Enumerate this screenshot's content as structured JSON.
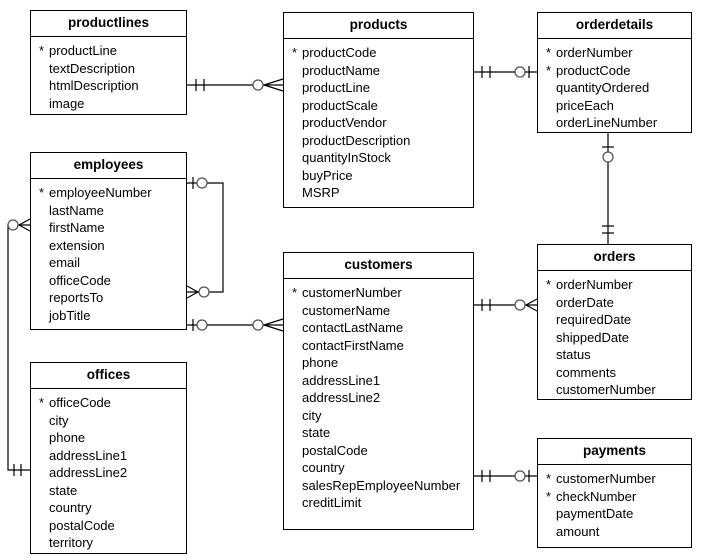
{
  "diagram": {
    "tables": {
      "productlines": {
        "title": "productlines",
        "fields": [
          {
            "marker": "*",
            "name": "productLine"
          },
          {
            "marker": "",
            "name": "textDescription"
          },
          {
            "marker": "",
            "name": "htmlDescription"
          },
          {
            "marker": "",
            "name": "image"
          }
        ]
      },
      "products": {
        "title": "products",
        "fields": [
          {
            "marker": "*",
            "name": "productCode"
          },
          {
            "marker": "",
            "name": "productName"
          },
          {
            "marker": "",
            "name": "productLine"
          },
          {
            "marker": "",
            "name": "productScale"
          },
          {
            "marker": "",
            "name": "productVendor"
          },
          {
            "marker": "",
            "name": "productDescription"
          },
          {
            "marker": "",
            "name": "quantityInStock"
          },
          {
            "marker": "",
            "name": "buyPrice"
          },
          {
            "marker": "",
            "name": "MSRP"
          }
        ]
      },
      "orderdetails": {
        "title": "orderdetails",
        "fields": [
          {
            "marker": "*",
            "name": "orderNumber"
          },
          {
            "marker": "*",
            "name": "productCode"
          },
          {
            "marker": "",
            "name": "quantityOrdered"
          },
          {
            "marker": "",
            "name": "priceEach"
          },
          {
            "marker": "",
            "name": "orderLineNumber"
          }
        ]
      },
      "employees": {
        "title": "employees",
        "fields": [
          {
            "marker": "*",
            "name": "employeeNumber"
          },
          {
            "marker": "",
            "name": "lastName"
          },
          {
            "marker": "",
            "name": "firstName"
          },
          {
            "marker": "",
            "name": "extension"
          },
          {
            "marker": "",
            "name": "email"
          },
          {
            "marker": "",
            "name": "officeCode"
          },
          {
            "marker": "",
            "name": "reportsTo"
          },
          {
            "marker": "",
            "name": "jobTitle"
          }
        ]
      },
      "customers": {
        "title": "customers",
        "fields": [
          {
            "marker": "*",
            "name": "customerNumber"
          },
          {
            "marker": "",
            "name": "customerName"
          },
          {
            "marker": "",
            "name": "contactLastName"
          },
          {
            "marker": "",
            "name": "contactFirstName"
          },
          {
            "marker": "",
            "name": "phone"
          },
          {
            "marker": "",
            "name": "addressLine1"
          },
          {
            "marker": "",
            "name": "addressLine2"
          },
          {
            "marker": "",
            "name": "city"
          },
          {
            "marker": "",
            "name": "state"
          },
          {
            "marker": "",
            "name": "postalCode"
          },
          {
            "marker": "",
            "name": "country"
          },
          {
            "marker": "",
            "name": "salesRepEmployeeNumber"
          },
          {
            "marker": "",
            "name": "creditLimit"
          }
        ]
      },
      "orders": {
        "title": "orders",
        "fields": [
          {
            "marker": "*",
            "name": "orderNumber"
          },
          {
            "marker": "",
            "name": "orderDate"
          },
          {
            "marker": "",
            "name": "requiredDate"
          },
          {
            "marker": "",
            "name": "shippedDate"
          },
          {
            "marker": "",
            "name": "status"
          },
          {
            "marker": "",
            "name": "comments"
          },
          {
            "marker": "",
            "name": "customerNumber"
          }
        ]
      },
      "offices": {
        "title": "offices",
        "fields": [
          {
            "marker": "*",
            "name": "officeCode"
          },
          {
            "marker": "",
            "name": "city"
          },
          {
            "marker": "",
            "name": "phone"
          },
          {
            "marker": "",
            "name": "addressLine1"
          },
          {
            "marker": "",
            "name": "addressLine2"
          },
          {
            "marker": "",
            "name": "state"
          },
          {
            "marker": "",
            "name": "country"
          },
          {
            "marker": "",
            "name": "postalCode"
          },
          {
            "marker": "",
            "name": "territory"
          }
        ]
      },
      "payments": {
        "title": "payments",
        "fields": [
          {
            "marker": "*",
            "name": "customerNumber"
          },
          {
            "marker": "*",
            "name": "checkNumber"
          },
          {
            "marker": "",
            "name": "paymentDate"
          },
          {
            "marker": "",
            "name": "amount"
          }
        ]
      }
    },
    "relationships": [
      {
        "from": "productlines",
        "to": "products",
        "from_end": "one-and-only-one",
        "to_end": "zero-or-many"
      },
      {
        "from": "products",
        "to": "orderdetails",
        "from_end": "one-and-only-one",
        "to_end": "zero-or-one"
      },
      {
        "from": "orders",
        "to": "orderdetails",
        "from_end": "one-and-only-one",
        "to_end": "zero-or-one"
      },
      {
        "from": "customers",
        "to": "orders",
        "from_end": "one-and-only-one",
        "to_end": "zero-or-many"
      },
      {
        "from": "customers",
        "to": "payments",
        "from_end": "one-and-only-one",
        "to_end": "zero-or-one"
      },
      {
        "from": "employees",
        "to": "employees",
        "from_end": "zero-or-one",
        "to_end": "zero-or-many"
      },
      {
        "from": "employees",
        "to": "customers",
        "from_end": "zero-or-one",
        "to_end": "zero-or-many"
      },
      {
        "from": "offices",
        "to": "employees",
        "from_end": "one-and-only-one",
        "to_end": "zero-or-many"
      }
    ],
    "colors": {
      "background": "#ffffff",
      "line": "#000000",
      "circle_stroke": "#545454",
      "text": "#000000"
    }
  }
}
